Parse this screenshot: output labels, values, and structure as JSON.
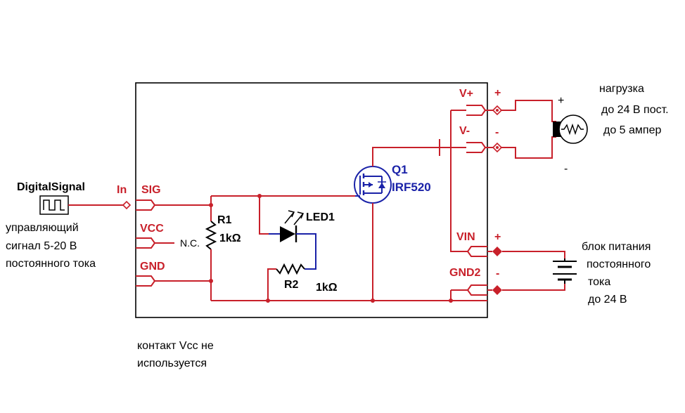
{
  "input": {
    "source_name": "DigitalSignal",
    "desc_lines": [
      "управляющий",
      "сигнал 5-20 В",
      "постоянного тока"
    ],
    "in_label": "In"
  },
  "pins": {
    "sig": "SIG",
    "vcc": "VCC",
    "gnd": "GND",
    "nc": "N.C.",
    "vplus": "V+",
    "vminus": "V-",
    "vin": "VIN",
    "gnd2": "GND2",
    "plus": "+",
    "minus": "-"
  },
  "components": {
    "r1_name": "R1",
    "r1_value": "1kΩ",
    "r2_name": "R2",
    "r2_value": "1kΩ",
    "led_name": "LED1",
    "q1_name": "Q1",
    "q1_part": "IRF520"
  },
  "load": {
    "lines": [
      "нагрузка",
      "до 24 В пост.",
      "до 5 ампер"
    ],
    "plus": "+",
    "minus": "-"
  },
  "supply": {
    "lines": [
      "блок питания",
      "постоянного",
      "тока",
      "до 24 В"
    ]
  },
  "note": {
    "lines": [
      "контакт Vcc не",
      "используется"
    ]
  },
  "colors": {
    "wire": "#c8202a",
    "label_red": "#c8202a",
    "mosfet": "#1a22a8",
    "component_black": "#000000"
  }
}
